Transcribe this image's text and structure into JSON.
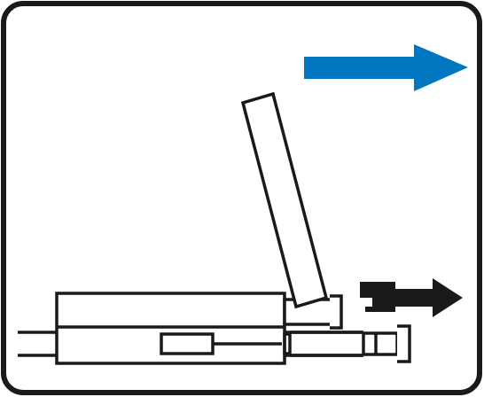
{
  "diagram": {
    "type": "instruction-pictogram",
    "colors": {
      "frame": "#1a1a1a",
      "line": "#1a1a1a",
      "background": "#ffffff",
      "direction_arrow": "#0077c0",
      "tool": "#1a1a1a"
    },
    "icons": [
      "direction-arrow-right",
      "release-tool-with-arrow"
    ]
  }
}
